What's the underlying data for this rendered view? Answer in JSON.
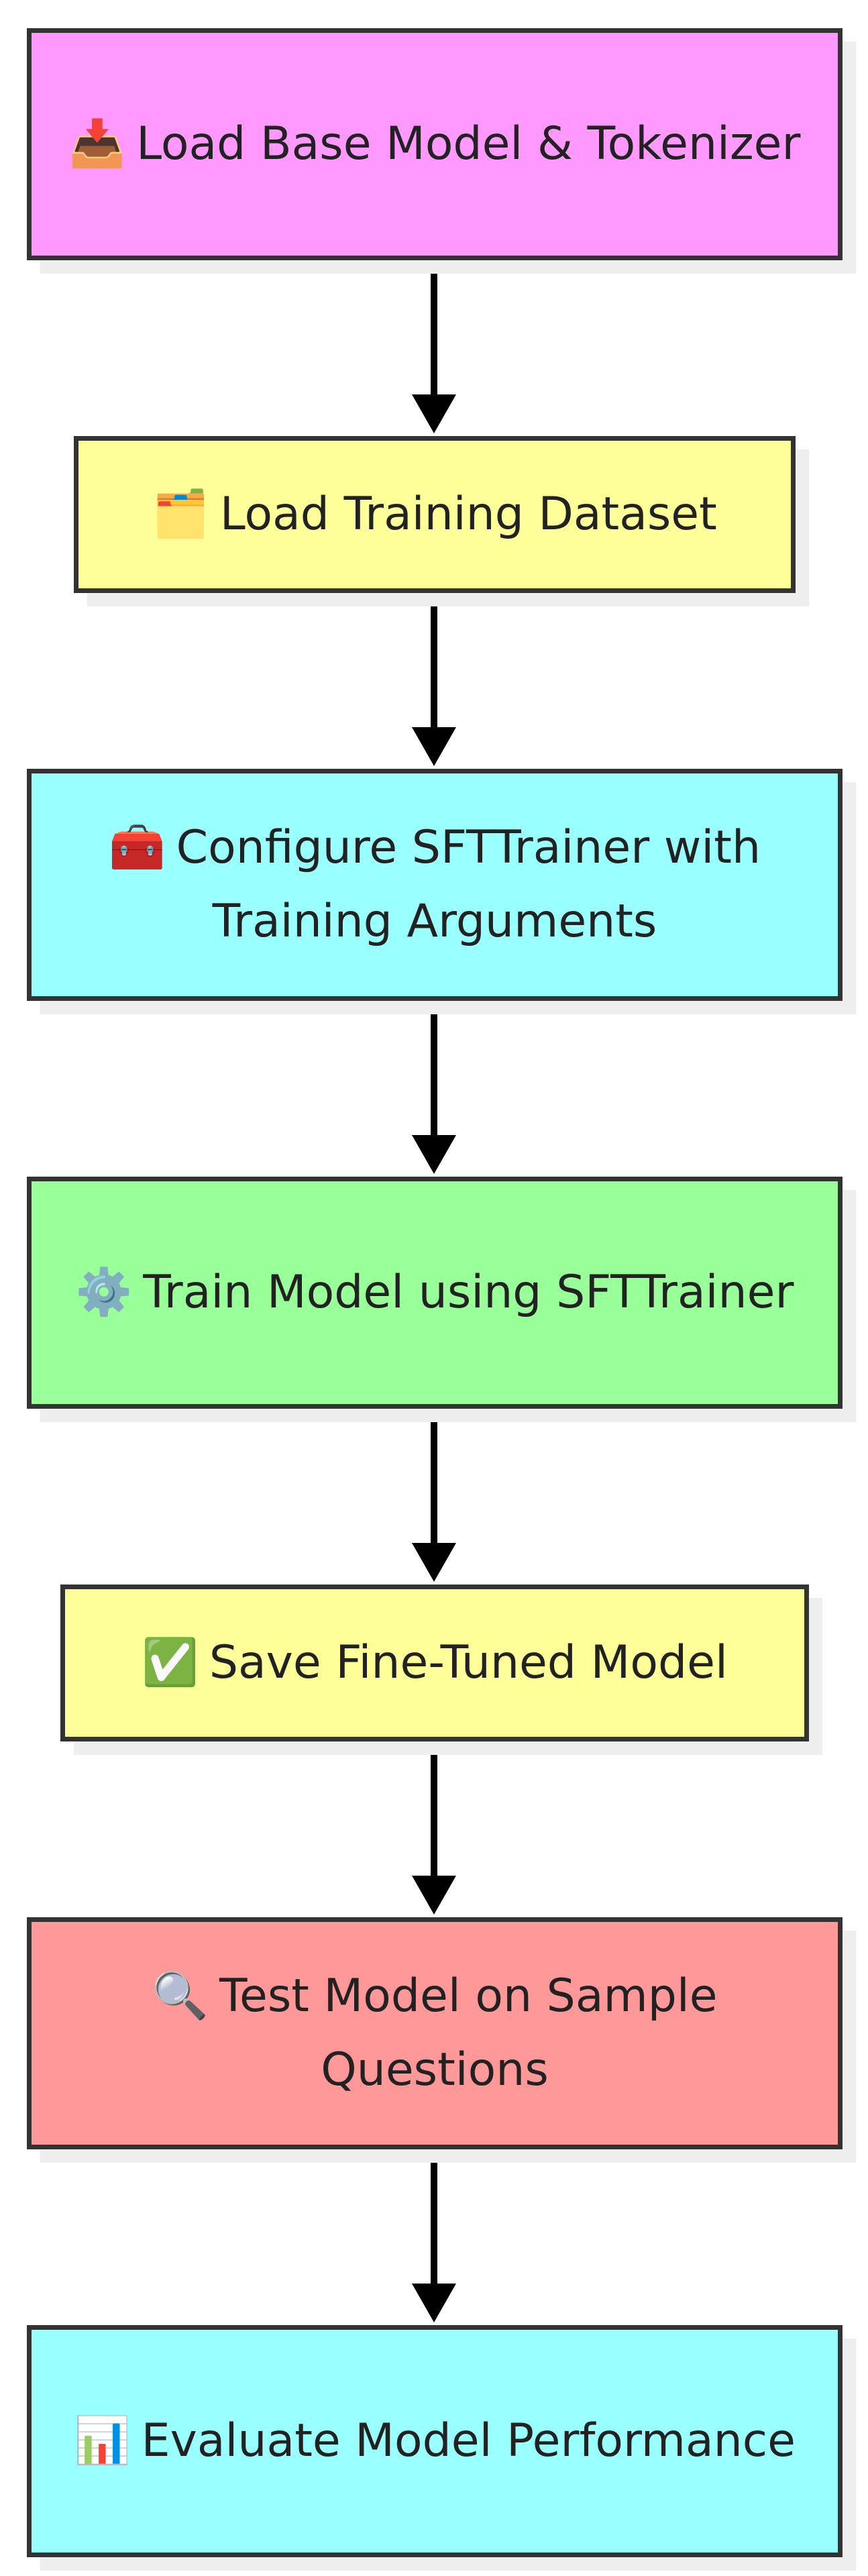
{
  "diagram": {
    "type": "flowchart",
    "direction": "top-to-bottom",
    "nodes": [
      {
        "id": "load-base-model",
        "icon": "📥",
        "icon_name": "inbox-tray-icon",
        "label": "Load Base Model & Tokenizer",
        "fill": "#ff99ff"
      },
      {
        "id": "load-dataset",
        "icon": "🗂️",
        "icon_name": "card-index-dividers-icon",
        "label": "Load Training Dataset",
        "fill": "#ffff99"
      },
      {
        "id": "configure-trainer",
        "icon": "🧰",
        "icon_name": "toolbox-icon",
        "label": "Configure SFTTrainer with Training Arguments",
        "fill": "#99ffff"
      },
      {
        "id": "train-model",
        "icon": "⚙️",
        "icon_name": "gear-icon",
        "label": "Train Model using SFTTrainer",
        "fill": "#99ff99"
      },
      {
        "id": "save-model",
        "icon": "✅",
        "icon_name": "check-mark-icon",
        "label": "Save Fine-Tuned Model",
        "fill": "#ffff99"
      },
      {
        "id": "test-model",
        "icon": "🔍",
        "icon_name": "magnifying-glass-icon",
        "label": "Test Model on Sample Questions",
        "fill": "#ff9999"
      },
      {
        "id": "evaluate-model",
        "icon": "📊",
        "icon_name": "bar-chart-icon",
        "label": "Evaluate Model Performance",
        "fill": "#99ffff"
      }
    ],
    "edges": [
      {
        "from": "load-base-model",
        "to": "load-dataset"
      },
      {
        "from": "load-dataset",
        "to": "configure-trainer"
      },
      {
        "from": "configure-trainer",
        "to": "train-model"
      },
      {
        "from": "train-model",
        "to": "save-model"
      },
      {
        "from": "save-model",
        "to": "test-model"
      },
      {
        "from": "test-model",
        "to": "evaluate-model"
      }
    ],
    "colors": {
      "border": "#333333",
      "shadow": "#eeeeee",
      "arrow": "#000000",
      "text": "#222222"
    }
  }
}
